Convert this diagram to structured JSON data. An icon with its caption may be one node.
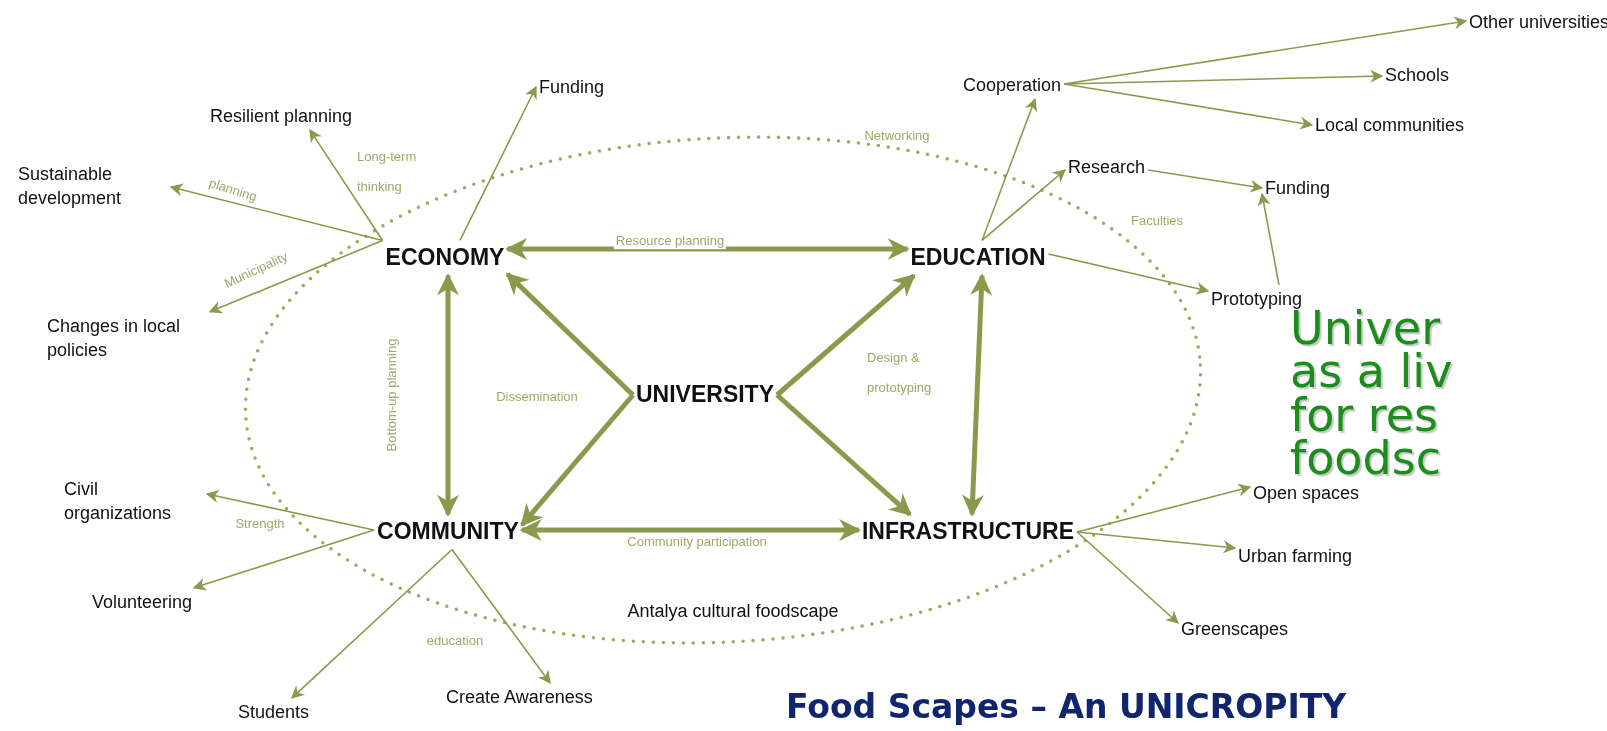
{
  "diagram": {
    "title": "Food Scapes – An UNICROPITY",
    "nodes": [
      {
        "text": [
          "Other universities"
        ]
      },
      {
        "text": [
          "Cooperation"
        ]
      },
      {
        "text": [
          "Schools"
        ]
      },
      {
        "text": [
          "Funding"
        ]
      },
      {
        "text": [
          "Resilient planning"
        ]
      },
      {
        "text": [
          "Local communities"
        ]
      },
      {
        "text": [
          "Sustainable development"
        ]
      },
      {
        "text": [
          "Research"
        ]
      },
      {
        "text": [
          "Funding"
        ]
      },
      {
        "text": [
          "ECONOMY"
        ]
      },
      {
        "text": [
          "EDUCATION"
        ]
      },
      {
        "text": [
          "Prototyping"
        ]
      },
      {
        "text": [
          "Changes in local policies"
        ]
      },
      {
        "text": [
          "UNIVERSITY"
        ]
      },
      {
        "text": [
          "Civil organizations"
        ]
      },
      {
        "text": [
          "COMMUNITY"
        ]
      },
      {
        "text": [
          "INFRASTRUCTURE"
        ]
      },
      {
        "text": [
          "Open spaces"
        ]
      },
      {
        "text": [
          "Urban farming"
        ]
      },
      {
        "text": [
          "Volunteering"
        ]
      },
      {
        "text": [
          "Greenscapes"
        ]
      },
      {
        "text": [
          "Create Awareness"
        ]
      },
      {
        "text": [
          "Students"
        ]
      }
    ],
    "edges": [
      {
        "from": 9,
        "to": 3,
        "arrow": "to"
      },
      {
        "from": 9,
        "to": 4,
        "arrow": "to"
      },
      {
        "from": 9,
        "to": 6,
        "arrow": "to",
        "label": "planning"
      },
      {
        "from": 9,
        "to": 12,
        "arrow": "to",
        "label": "Municipality"
      },
      {
        "from": 10,
        "to": 1,
        "arrow": "to"
      },
      {
        "from": 10,
        "to": 7,
        "arrow": "to"
      },
      {
        "from": 10,
        "to": 11,
        "arrow": "to"
      },
      {
        "from": 1,
        "to": 0,
        "arrow": "to"
      },
      {
        "from": 1,
        "to": 2,
        "arrow": "to"
      },
      {
        "from": 1,
        "to": 5,
        "arrow": "to"
      },
      {
        "from": 7,
        "to": 8,
        "arrow": "to"
      },
      {
        "from": 11,
        "to": 8,
        "arrow": "to"
      },
      {
        "from": 9,
        "to": 10,
        "arrow": "both",
        "label": "Resource planning",
        "style": "thick"
      },
      {
        "from": 13,
        "to": 9,
        "arrow": "to",
        "style": "thick"
      },
      {
        "from": 13,
        "to": 10,
        "arrow": "to",
        "style": "thick"
      },
      {
        "from": 9,
        "to": 15,
        "arrow": "both",
        "label": "Bottom-up planning",
        "style": "thick"
      },
      {
        "from": 10,
        "to": 16,
        "arrow": "both",
        "style": "thick"
      },
      {
        "from": 13,
        "to": 15,
        "arrow": "to",
        "style": "thick"
      },
      {
        "from": 13,
        "to": 16,
        "arrow": "to",
        "style": "thick"
      },
      {
        "from": 15,
        "to": 16,
        "arrow": "both",
        "label": "Community participation",
        "style": "thick"
      },
      {
        "from": 15,
        "to": 14,
        "arrow": "to"
      },
      {
        "from": 15,
        "to": 19,
        "arrow": "to"
      },
      {
        "from": 15,
        "to": 22,
        "arrow": "to"
      },
      {
        "from": 15,
        "to": 21,
        "arrow": "to"
      },
      {
        "from": 16,
        "to": 17,
        "arrow": "to"
      },
      {
        "from": 16,
        "to": 18,
        "arrow": "to"
      },
      {
        "from": 16,
        "to": 20,
        "arrow": "to"
      }
    ],
    "labels": [
      "Networking",
      "Long-term thinking",
      "Faculties",
      "Univer",
      "Design & prototyping",
      "as a liv",
      "Dissemination",
      "for res",
      "foodsc",
      "Strength",
      "Antalya cultural foodscape",
      "education"
    ]
  }
}
